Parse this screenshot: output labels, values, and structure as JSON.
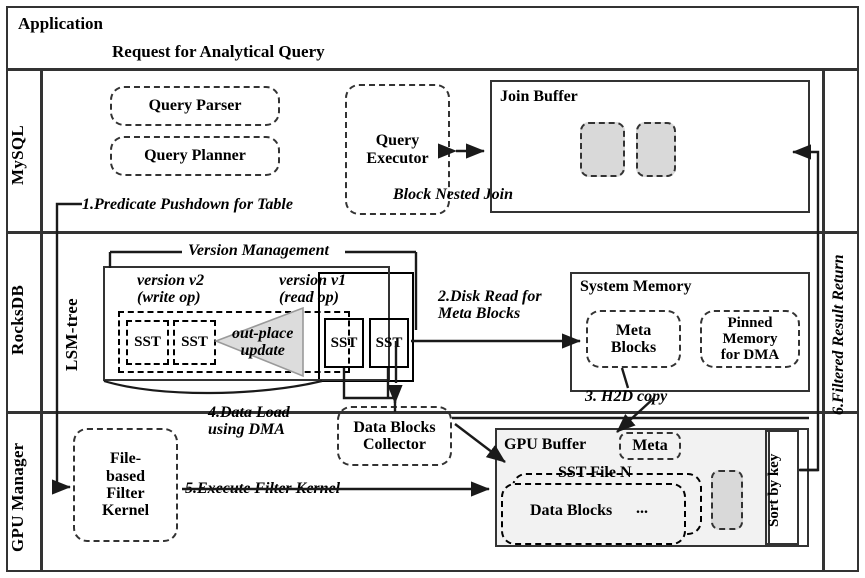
{
  "diagram": {
    "title": "Application",
    "request_label": "Request for Analytical Query"
  },
  "layers": [
    {
      "name": "MySQL"
    },
    {
      "name": "RocksDB"
    },
    {
      "name": "GPU Manager"
    }
  ],
  "mysql": {
    "query_parser": "Query Parser",
    "query_planner": "Query Planner",
    "query_executor": "Query\nExecutor",
    "query_executor_line1": "Query",
    "query_executor_line2": "Executor",
    "block_nested_join": "Block Nested Join",
    "join_buffer": "Join Buffer"
  },
  "rocksdb": {
    "lsm_tree": "LSM-tree",
    "version_management": "Version Management",
    "version_v2_line1": "version v2",
    "version_v2_line2": "(write op)",
    "version_v1_line1": "version v1",
    "version_v1_line2": "(read op)",
    "out_place_line1": "out-place",
    "out_place_line2": "update",
    "sst_label": "SST",
    "sst_boxes": [
      "SST",
      "SST",
      "SST",
      "SST"
    ],
    "system_memory": "System Memory",
    "meta_blocks_line1": "Meta",
    "meta_blocks_line2": "Blocks",
    "pinned_line1": "Pinned",
    "pinned_line2": "Memory",
    "pinned_line3": "for DMA"
  },
  "gpu": {
    "file_filter_line1": "File-",
    "file_filter_line2": "based",
    "file_filter_line3": "Filter",
    "file_filter_line4": "Kernel",
    "data_blocks_collector_line1": "Data Blocks",
    "data_blocks_collector_line2": "Collector",
    "gpu_buffer": "GPU Buffer",
    "meta": "Meta",
    "sst_file_n": "SST File N",
    "data_blocks": "Data Blocks",
    "ellipsis": "...",
    "sort_by_key": "Sort by key"
  },
  "flows": {
    "step1": "1.Predicate Pushdown for Table",
    "step2_line1": "2.Disk Read  for",
    "step2_line2": "Meta Blocks",
    "step3": "3. H2D copy",
    "step4_line1": "4.Data Load",
    "step4_line2": "using DMA",
    "step5": "5.Execute Filter Kernel",
    "step6": "6.Filtered Result Return"
  },
  "colors": {
    "stroke": "#333333",
    "fill_grey": "#d9d9d9",
    "fill_light": "#f2f2f2",
    "background": "#ffffff"
  }
}
